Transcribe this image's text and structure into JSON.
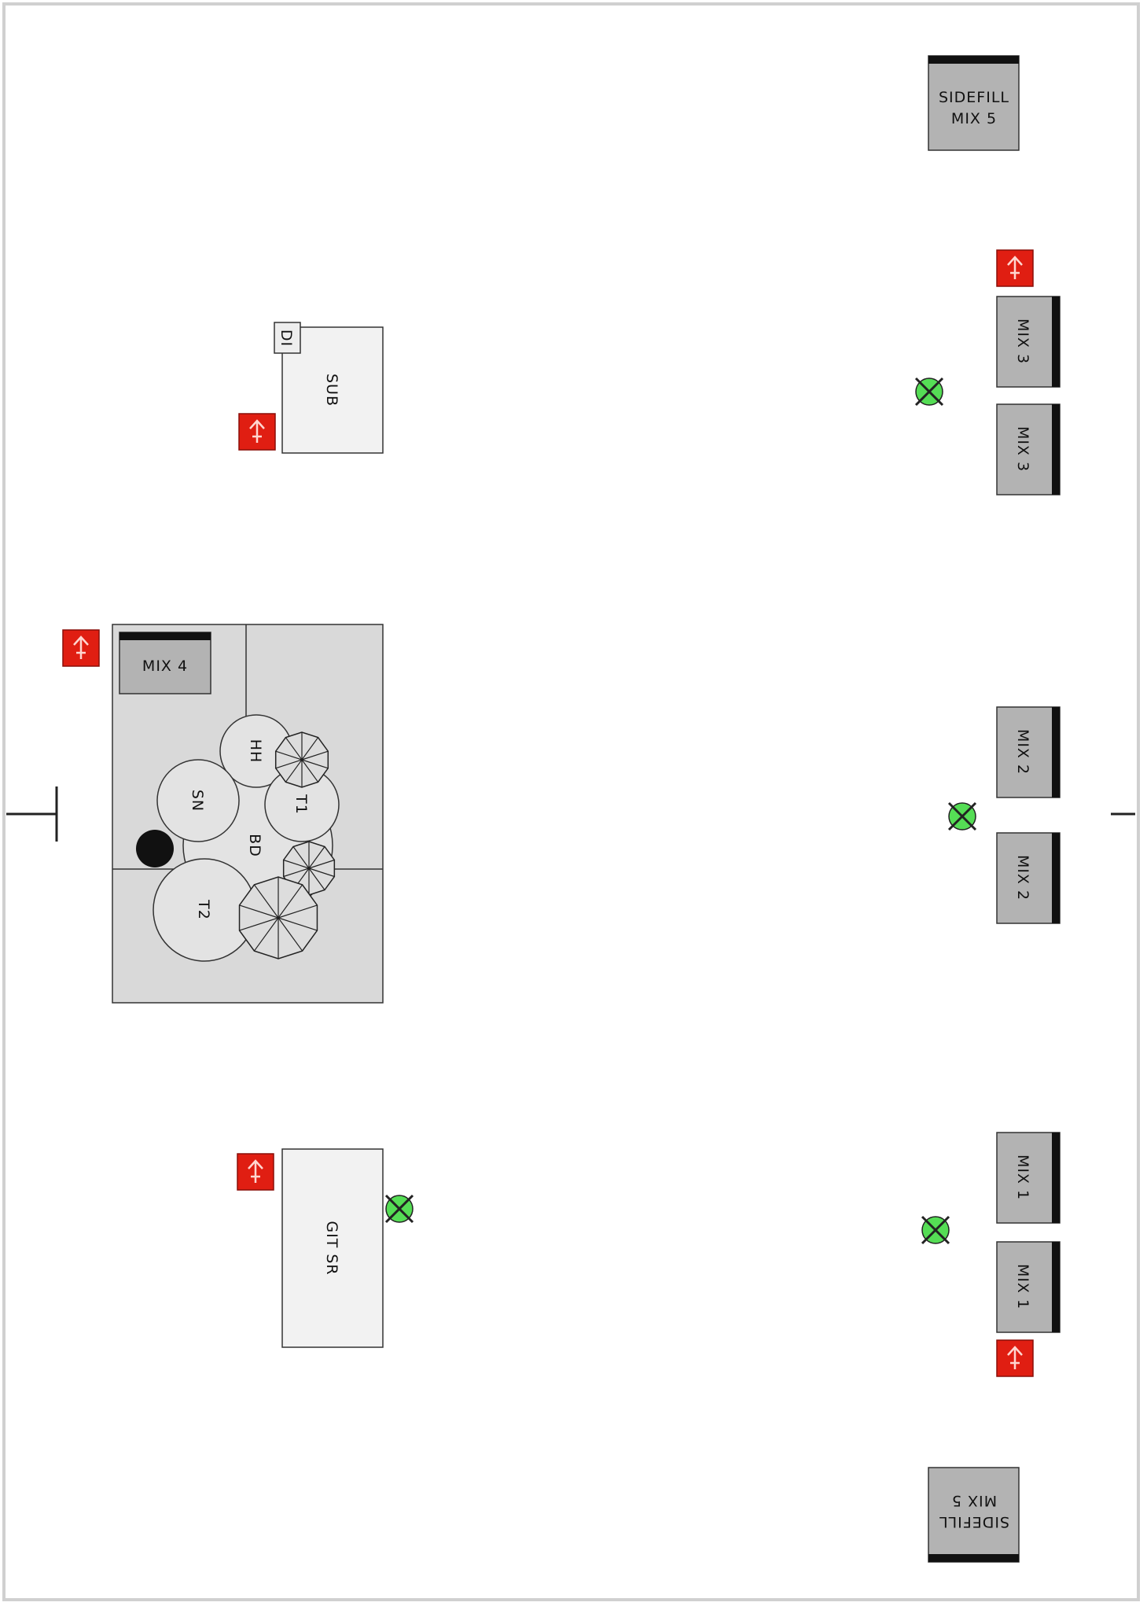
{
  "stage": {
    "sidefill_top": "SIDEFILL MIX 5",
    "sidefill_top_lines": [
      "SIDEFILL",
      "MIX 5"
    ],
    "sidefill_bottom": "SIDEFILL MIX 5",
    "sidefill_bottom_lines": [
      "SIDEFILL",
      "MIX 5"
    ],
    "monitors": {
      "mix3_a": "MIX 3",
      "mix3_b": "MIX 3",
      "mix2_a": "MIX 2",
      "mix2_b": "MIX 2",
      "mix1_a": "MIX 1",
      "mix1_b": "MIX 1",
      "mix4": "MIX 4"
    },
    "amps": {
      "sub": "SUB",
      "di": "DI",
      "git": "GIT SR"
    },
    "drums": {
      "hh": "HH",
      "sn": "SN",
      "t1": "T1",
      "bd": "BD",
      "t2": "T2"
    }
  },
  "colors": {
    "power_box": "#e01e12",
    "mic_stand": "#55dd55",
    "monitor": "#b3b3b3",
    "riser": "#d9d9d9"
  },
  "icons": [
    "power-outlet-icon",
    "mic-stand-icon",
    "cymbal-icon"
  ]
}
